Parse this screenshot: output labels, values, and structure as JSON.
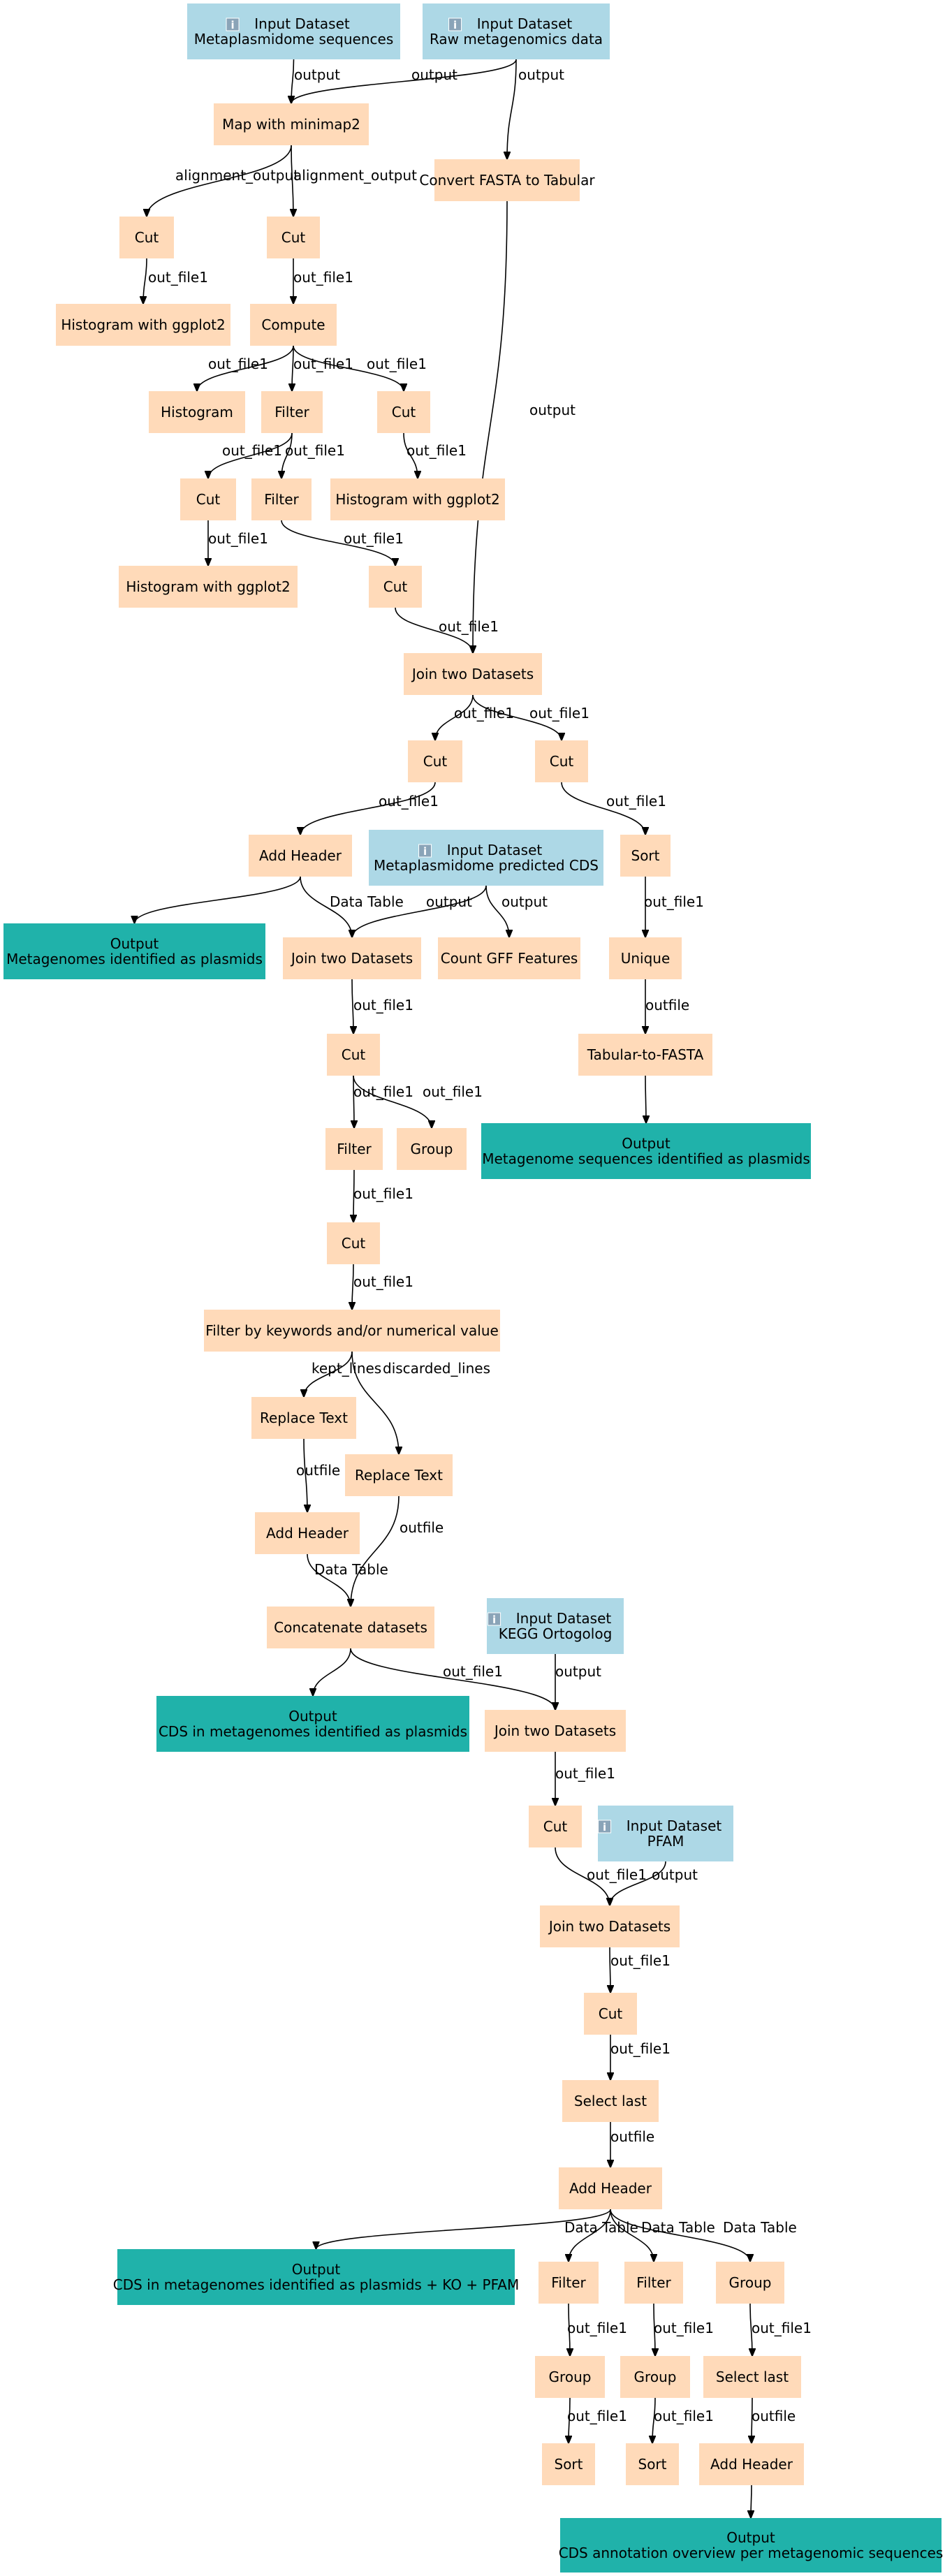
{
  "colors": {
    "input": "#add8e6",
    "tool": "#ffdab9",
    "output": "#20b2aa",
    "edge": "#000000"
  },
  "input_icon": "info-icon",
  "nodes": [
    {
      "id": "in1",
      "kind": "input",
      "lines": [
        "Input Dataset",
        "Metaplasmidome sequences"
      ]
    },
    {
      "id": "in2",
      "kind": "input",
      "lines": [
        "Input Dataset",
        "Raw metagenomics data"
      ]
    },
    {
      "id": "minimap",
      "kind": "tool",
      "lines": [
        "Map with minimap2"
      ]
    },
    {
      "id": "convert",
      "kind": "tool",
      "lines": [
        "Convert FASTA to Tabular"
      ]
    },
    {
      "id": "cut1",
      "kind": "tool",
      "lines": [
        "Cut"
      ]
    },
    {
      "id": "cut2",
      "kind": "tool",
      "lines": [
        "Cut"
      ]
    },
    {
      "id": "hist1",
      "kind": "tool",
      "lines": [
        "Histogram with ggplot2"
      ]
    },
    {
      "id": "compute",
      "kind": "tool",
      "lines": [
        "Compute"
      ]
    },
    {
      "id": "histogram",
      "kind": "tool",
      "lines": [
        "Histogram"
      ]
    },
    {
      "id": "filter1",
      "kind": "tool",
      "lines": [
        "Filter"
      ]
    },
    {
      "id": "cut3",
      "kind": "tool",
      "lines": [
        "Cut"
      ]
    },
    {
      "id": "cut4",
      "kind": "tool",
      "lines": [
        "Cut"
      ]
    },
    {
      "id": "filter2",
      "kind": "tool",
      "lines": [
        "Filter"
      ]
    },
    {
      "id": "hist2",
      "kind": "tool",
      "lines": [
        "Histogram with ggplot2"
      ]
    },
    {
      "id": "hist3",
      "kind": "tool",
      "lines": [
        "Histogram with ggplot2"
      ]
    },
    {
      "id": "cut5",
      "kind": "tool",
      "lines": [
        "Cut"
      ]
    },
    {
      "id": "join1",
      "kind": "tool",
      "lines": [
        "Join two Datasets"
      ]
    },
    {
      "id": "cut6",
      "kind": "tool",
      "lines": [
        "Cut"
      ]
    },
    {
      "id": "cut7",
      "kind": "tool",
      "lines": [
        "Cut"
      ]
    },
    {
      "id": "addheader1",
      "kind": "tool",
      "lines": [
        "Add Header"
      ]
    },
    {
      "id": "in3",
      "kind": "input",
      "lines": [
        "Input Dataset",
        "Metaplasmidome predicted CDS"
      ]
    },
    {
      "id": "sort1",
      "kind": "tool",
      "lines": [
        "Sort"
      ]
    },
    {
      "id": "out1",
      "kind": "output",
      "lines": [
        "Output",
        "Metagenomes identified as plasmids"
      ]
    },
    {
      "id": "join2",
      "kind": "tool",
      "lines": [
        "Join two Datasets"
      ]
    },
    {
      "id": "countgff",
      "kind": "tool",
      "lines": [
        "Count GFF Features"
      ]
    },
    {
      "id": "unique",
      "kind": "tool",
      "lines": [
        "Unique"
      ]
    },
    {
      "id": "cut8",
      "kind": "tool",
      "lines": [
        "Cut"
      ]
    },
    {
      "id": "tab2fasta",
      "kind": "tool",
      "lines": [
        "Tabular-to-FASTA"
      ]
    },
    {
      "id": "filter3",
      "kind": "tool",
      "lines": [
        "Filter"
      ]
    },
    {
      "id": "group1",
      "kind": "tool",
      "lines": [
        "Group"
      ]
    },
    {
      "id": "out2",
      "kind": "output",
      "lines": [
        "Output",
        "Metagenome sequences identified as plasmids"
      ]
    },
    {
      "id": "cut9",
      "kind": "tool",
      "lines": [
        "Cut"
      ]
    },
    {
      "id": "filterkw",
      "kind": "tool",
      "lines": [
        "Filter by keywords and/or numerical value"
      ]
    },
    {
      "id": "replace1",
      "kind": "tool",
      "lines": [
        "Replace Text"
      ]
    },
    {
      "id": "replace2",
      "kind": "tool",
      "lines": [
        "Replace Text"
      ]
    },
    {
      "id": "addheader2",
      "kind": "tool",
      "lines": [
        "Add Header"
      ]
    },
    {
      "id": "concat",
      "kind": "tool",
      "lines": [
        "Concatenate datasets"
      ]
    },
    {
      "id": "in4",
      "kind": "input",
      "lines": [
        "Input Dataset",
        "KEGG Ortogolog"
      ]
    },
    {
      "id": "out3",
      "kind": "output",
      "lines": [
        "Output",
        "CDS in metagenomes identified as plasmids"
      ]
    },
    {
      "id": "join3",
      "kind": "tool",
      "lines": [
        "Join two Datasets"
      ]
    },
    {
      "id": "cut10",
      "kind": "tool",
      "lines": [
        "Cut"
      ]
    },
    {
      "id": "in5",
      "kind": "input",
      "lines": [
        "Input Dataset",
        "PFAM"
      ]
    },
    {
      "id": "join4",
      "kind": "tool",
      "lines": [
        "Join two Datasets"
      ]
    },
    {
      "id": "cut11",
      "kind": "tool",
      "lines": [
        "Cut"
      ]
    },
    {
      "id": "selectlast1",
      "kind": "tool",
      "lines": [
        "Select last"
      ]
    },
    {
      "id": "addheader3",
      "kind": "tool",
      "lines": [
        "Add Header"
      ]
    },
    {
      "id": "out4",
      "kind": "output",
      "lines": [
        "Output",
        "CDS in metagenomes identified as plasmids + KO + PFAM"
      ]
    },
    {
      "id": "filter4",
      "kind": "tool",
      "lines": [
        "Filter"
      ]
    },
    {
      "id": "filter5",
      "kind": "tool",
      "lines": [
        "Filter"
      ]
    },
    {
      "id": "group2",
      "kind": "tool",
      "lines": [
        "Group"
      ]
    },
    {
      "id": "group3",
      "kind": "tool",
      "lines": [
        "Group"
      ]
    },
    {
      "id": "group4",
      "kind": "tool",
      "lines": [
        "Group"
      ]
    },
    {
      "id": "selectlast2",
      "kind": "tool",
      "lines": [
        "Select last"
      ]
    },
    {
      "id": "sort2",
      "kind": "tool",
      "lines": [
        "Sort"
      ]
    },
    {
      "id": "sort3",
      "kind": "tool",
      "lines": [
        "Sort"
      ]
    },
    {
      "id": "addheader4",
      "kind": "tool",
      "lines": [
        "Add Header"
      ]
    },
    {
      "id": "out5",
      "kind": "output",
      "lines": [
        "Output",
        "CDS annotation overview per metagenomic sequences"
      ]
    }
  ],
  "edges": [
    {
      "from": "in1",
      "to": "minimap",
      "label": "output"
    },
    {
      "from": "in2",
      "to": "minimap",
      "label": "output"
    },
    {
      "from": "in2",
      "to": "convert",
      "label": "output"
    },
    {
      "from": "minimap",
      "to": "cut1",
      "label": "alignment_output"
    },
    {
      "from": "minimap",
      "to": "cut2",
      "label": "alignment_output"
    },
    {
      "from": "cut1",
      "to": "hist1",
      "label": "out_file1"
    },
    {
      "from": "cut2",
      "to": "compute",
      "label": "out_file1"
    },
    {
      "from": "compute",
      "to": "histogram",
      "label": "out_file1"
    },
    {
      "from": "compute",
      "to": "filter1",
      "label": "out_file1"
    },
    {
      "from": "compute",
      "to": "cut3",
      "label": "out_file1"
    },
    {
      "from": "filter1",
      "to": "cut4",
      "label": "out_file1"
    },
    {
      "from": "filter1",
      "to": "filter2",
      "label": "out_file1"
    },
    {
      "from": "cut3",
      "to": "hist2",
      "label": "out_file1"
    },
    {
      "from": "cut4",
      "to": "hist3",
      "label": "out_file1"
    },
    {
      "from": "filter2",
      "to": "cut5",
      "label": "out_file1"
    },
    {
      "from": "cut5",
      "to": "join1",
      "label": "out_file1"
    },
    {
      "from": "convert",
      "to": "join1",
      "label": "output"
    },
    {
      "from": "join1",
      "to": "cut6",
      "label": "out_file1"
    },
    {
      "from": "join1",
      "to": "cut7",
      "label": "out_file1"
    },
    {
      "from": "cut6",
      "to": "addheader1",
      "label": "out_file1"
    },
    {
      "from": "cut7",
      "to": "sort1",
      "label": "out_file1"
    },
    {
      "from": "addheader1",
      "to": "out1",
      "label": ""
    },
    {
      "from": "addheader1",
      "to": "join2",
      "label": "Data Table"
    },
    {
      "from": "in3",
      "to": "join2",
      "label": "output"
    },
    {
      "from": "in3",
      "to": "countgff",
      "label": "output"
    },
    {
      "from": "sort1",
      "to": "unique",
      "label": "out_file1"
    },
    {
      "from": "join2",
      "to": "cut8",
      "label": "out_file1"
    },
    {
      "from": "unique",
      "to": "tab2fasta",
      "label": "outfile"
    },
    {
      "from": "cut8",
      "to": "filter3",
      "label": "out_file1"
    },
    {
      "from": "cut8",
      "to": "group1",
      "label": "out_file1"
    },
    {
      "from": "tab2fasta",
      "to": "out2",
      "label": ""
    },
    {
      "from": "filter3",
      "to": "cut9",
      "label": "out_file1"
    },
    {
      "from": "cut9",
      "to": "filterkw",
      "label": "out_file1"
    },
    {
      "from": "filterkw",
      "to": "replace1",
      "label": "kept_lines"
    },
    {
      "from": "filterkw",
      "to": "replace2",
      "label": "discarded_lines"
    },
    {
      "from": "replace1",
      "to": "addheader2",
      "label": "outfile"
    },
    {
      "from": "addheader2",
      "to": "concat",
      "label": "Data Table"
    },
    {
      "from": "replace2",
      "to": "concat",
      "label": "outfile"
    },
    {
      "from": "concat",
      "to": "out3",
      "label": ""
    },
    {
      "from": "concat",
      "to": "join3",
      "label": "out_file1"
    },
    {
      "from": "in4",
      "to": "join3",
      "label": "output"
    },
    {
      "from": "join3",
      "to": "cut10",
      "label": "out_file1"
    },
    {
      "from": "cut10",
      "to": "join4",
      "label": "out_file1"
    },
    {
      "from": "in5",
      "to": "join4",
      "label": "output"
    },
    {
      "from": "join4",
      "to": "cut11",
      "label": "out_file1"
    },
    {
      "from": "cut11",
      "to": "selectlast1",
      "label": "out_file1"
    },
    {
      "from": "selectlast1",
      "to": "addheader3",
      "label": "outfile"
    },
    {
      "from": "addheader3",
      "to": "out4",
      "label": ""
    },
    {
      "from": "addheader3",
      "to": "filter4",
      "label": "Data Table"
    },
    {
      "from": "addheader3",
      "to": "filter5",
      "label": "Data Table"
    },
    {
      "from": "addheader3",
      "to": "group4",
      "label": "Data Table"
    },
    {
      "from": "filter4",
      "to": "group2",
      "label": "out_file1"
    },
    {
      "from": "filter5",
      "to": "group3",
      "label": "out_file1"
    },
    {
      "from": "group4",
      "to": "selectlast2",
      "label": "out_file1"
    },
    {
      "from": "group2",
      "to": "sort2",
      "label": "out_file1"
    },
    {
      "from": "group3",
      "to": "sort3",
      "label": "out_file1"
    },
    {
      "from": "selectlast2",
      "to": "addheader4",
      "label": "outfile"
    },
    {
      "from": "addheader4",
      "to": "out5",
      "label": ""
    }
  ]
}
